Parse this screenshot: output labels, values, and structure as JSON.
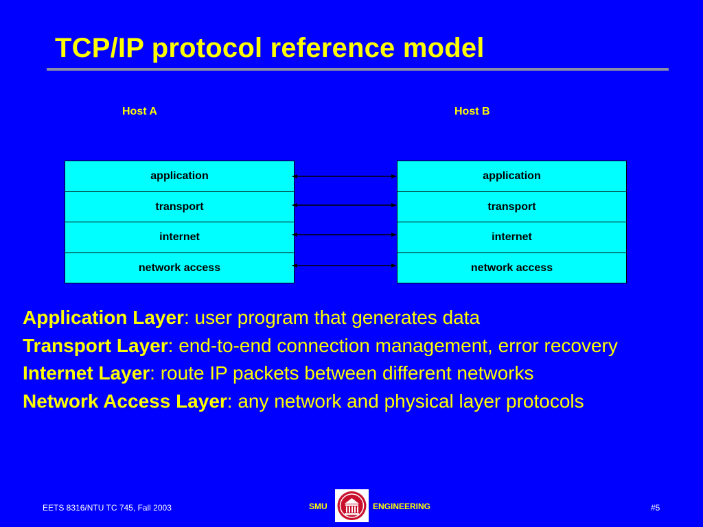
{
  "slide": {
    "title": "TCP/IP protocol reference model"
  },
  "diagram": {
    "host_a": {
      "label": "Host A",
      "layers": [
        "application",
        "transport",
        "internet",
        "network access"
      ]
    },
    "host_b": {
      "label": "Host B",
      "layers": [
        "application",
        "transport",
        "internet",
        "network access"
      ]
    }
  },
  "descriptions": [
    {
      "term": "Application Layer",
      "text": ": user program that generates data"
    },
    {
      "term": "Transport Layer",
      "text": ": end-to-end connection management, error recovery"
    },
    {
      "term": "Internet Layer",
      "text": ": route IP packets between different networks"
    },
    {
      "term": "Network Access Layer",
      "text": ": any network and physical layer protocols"
    }
  ],
  "footer": {
    "course": "EETS 8316/NTU TC 745,  Fall 2003",
    "smu": "SMU",
    "engineering": "ENGINEERING",
    "page": "#5"
  },
  "colors": {
    "background": "#0000ff",
    "title": "#ffff00",
    "layer_box": "#00ffff",
    "logo_red": "#c8102e"
  }
}
